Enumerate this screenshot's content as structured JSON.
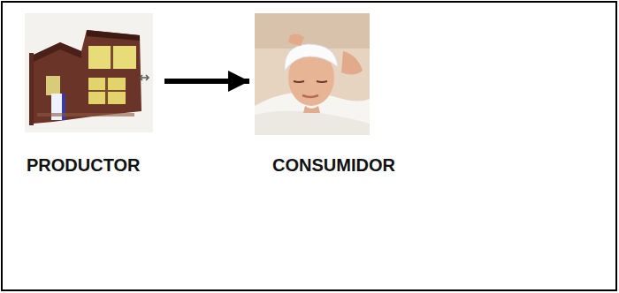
{
  "diagram": {
    "nodes": [
      {
        "text": [
          "PRODUCTOR"
        ]
      },
      {
        "text": [
          "CONSUMIDOR"
        ]
      }
    ],
    "edges": [
      {
        "from": 0,
        "to": 1,
        "arrow": "to"
      }
    ]
  }
}
